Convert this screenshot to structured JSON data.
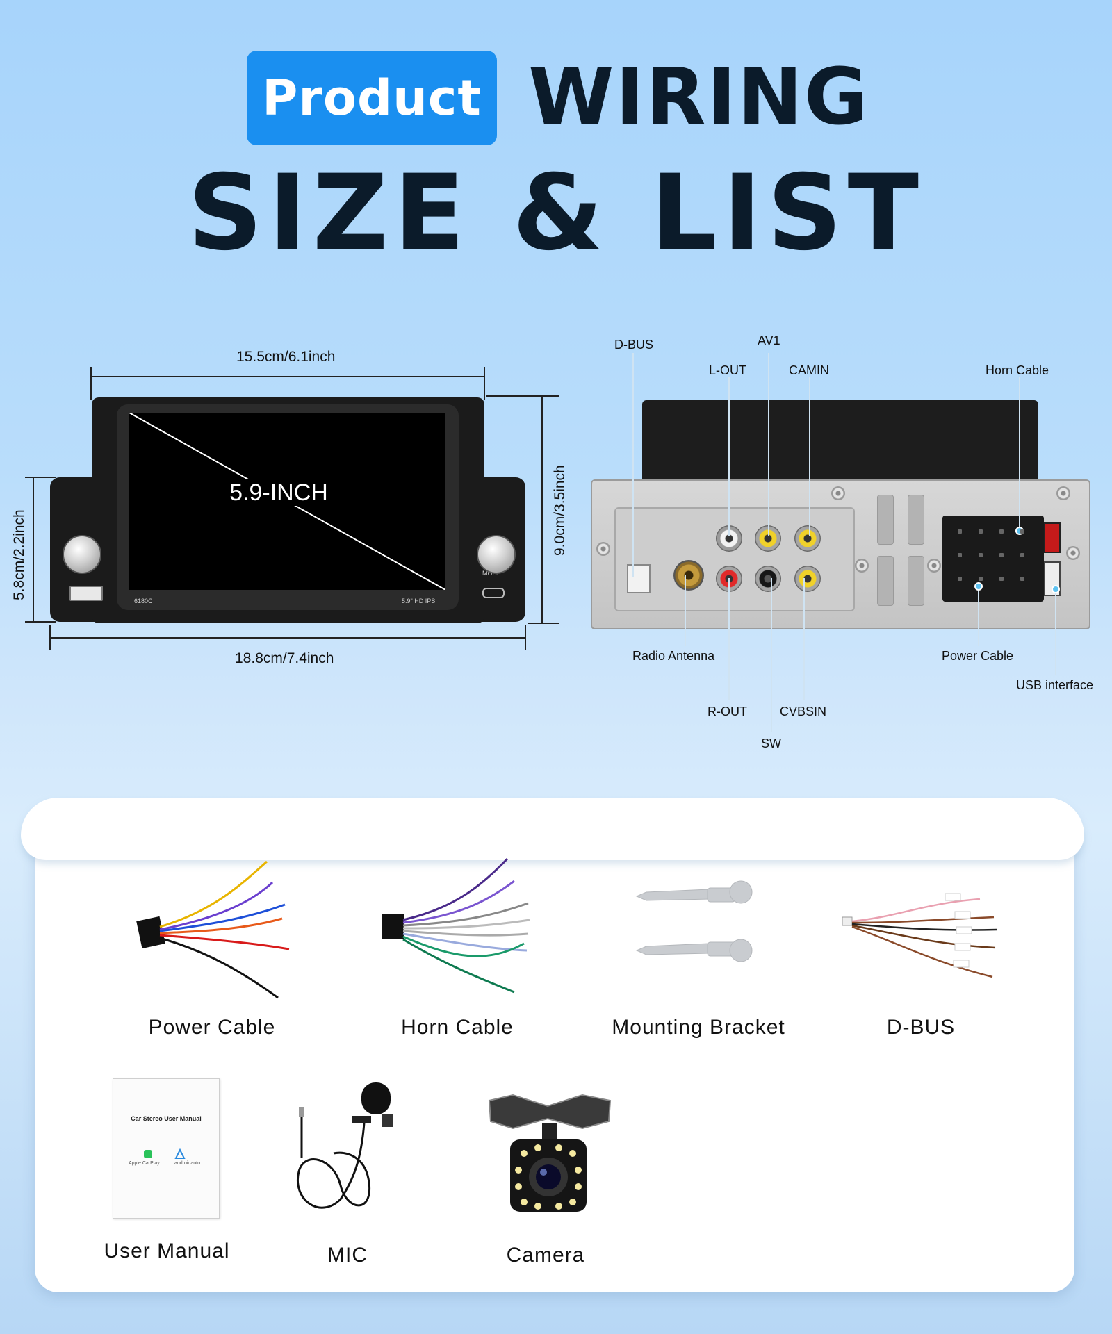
{
  "heading": {
    "badge": "Product",
    "line1": "WIRING",
    "line2": "SIZE & LIST"
  },
  "dimensions": {
    "top_width": "15.5cm/6.1inch",
    "bottom_width": "18.8cm/7.4inch",
    "left_height": "5.8cm/2.2inch",
    "right_height": "9.0cm/3.5inch",
    "screen_label": "5.9-INCH",
    "model": "6180C",
    "screen_spec": "5.9\" HD IPS",
    "mode_label": "MODE"
  },
  "ports": {
    "d_bus": "D-BUS",
    "av1": "AV1",
    "l_out": "L-OUT",
    "camin": "CAMIN",
    "horn_cable": "Horn Cable",
    "radio_antenna": "Radio Antenna",
    "power_cable": "Power Cable",
    "usb_interface": "USB interface",
    "r_out": "R-OUT",
    "cvbsin": "CVBSIN",
    "sw": "SW"
  },
  "package_list": {
    "items": [
      {
        "label": "Power Cable",
        "icon": "power-cable-icon"
      },
      {
        "label": "Horn Cable",
        "icon": "horn-cable-icon"
      },
      {
        "label": "Mounting Bracket",
        "icon": "mounting-bracket-icon"
      },
      {
        "label": "D-BUS",
        "icon": "d-bus-cable-icon"
      },
      {
        "label": "User Manual",
        "icon": "manual-icon"
      },
      {
        "label": "MIC",
        "icon": "microphone-icon"
      },
      {
        "label": "Camera",
        "icon": "camera-icon"
      }
    ],
    "manual_title": "Car Stereo User Manual",
    "manual_logo_1": "Apple CarPlay",
    "manual_logo_2": "androidauto"
  },
  "colors": {
    "badge_blue": "#1a8ff0",
    "title_dark": "#0b1b2a",
    "leader_dot": "#5ec2f0"
  }
}
